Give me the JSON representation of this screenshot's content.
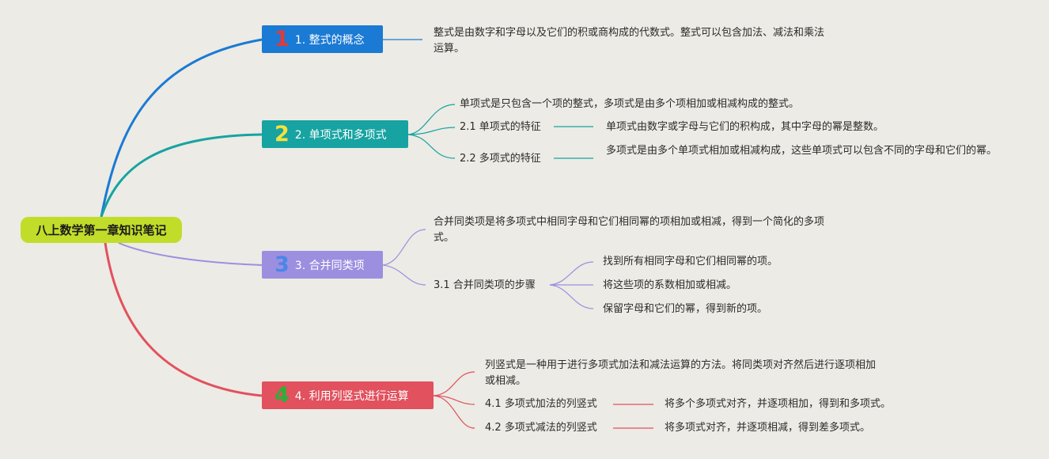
{
  "root": {
    "label": "八上数学第一章知识笔记"
  },
  "colors": {
    "root": "#c1dd2a",
    "b1": "#1a7ad4",
    "b2": "#17a3a1",
    "b3": "#9c8fe0",
    "b4": "#e2515e"
  },
  "branches": [
    {
      "num": "1",
      "num_color": "#e23a3a",
      "label": "1. 整式的概念",
      "items": [
        {
          "text": "整式是由数字和字母以及它们的积或商构成的代数式。整式可以包含加法、减法和乘法运算。"
        }
      ]
    },
    {
      "num": "2",
      "num_color": "#f7e13a",
      "label": "2. 单项式和多项式",
      "items": [
        {
          "text": "单项式是只包含一个项的整式，多项式是由多个项相加或相减构成的整式。"
        },
        {
          "text": "2.1 单项式的特征",
          "detail": "单项式由数字或字母与它们的积构成，其中字母的幂是整数。"
        },
        {
          "text": "2.2 多项式的特征",
          "detail": "多项式是由多个单项式相加或相减构成，这些单项式可以包含不同的字母和它们的幂。"
        }
      ]
    },
    {
      "num": "3",
      "num_color": "#4a86e8",
      "label": "3. 合并同类项",
      "items": [
        {
          "text": "合并同类项是将多项式中相同字母和它们相同幂的项相加或相减，得到一个简化的多项式。"
        },
        {
          "text": "3.1 合并同类项的步骤",
          "steps": [
            "找到所有相同字母和它们相同幂的项。",
            "将这些项的系数相加或相减。",
            "保留字母和它们的幂，得到新的项。"
          ]
        }
      ]
    },
    {
      "num": "4",
      "num_color": "#2fae3a",
      "label": "4. 利用列竖式进行运算",
      "items": [
        {
          "text": "列竖式是一种用于进行多项式加法和减法运算的方法。将同类项对齐然后进行逐项相加或相减。"
        },
        {
          "text": "4.1 多项式加法的列竖式",
          "detail": "将多个多项式对齐，并逐项相加，得到和多项式。"
        },
        {
          "text": "4.2 多项式减法的列竖式",
          "detail": "将多项式对齐，并逐项相减，得到差多项式。"
        }
      ]
    }
  ]
}
